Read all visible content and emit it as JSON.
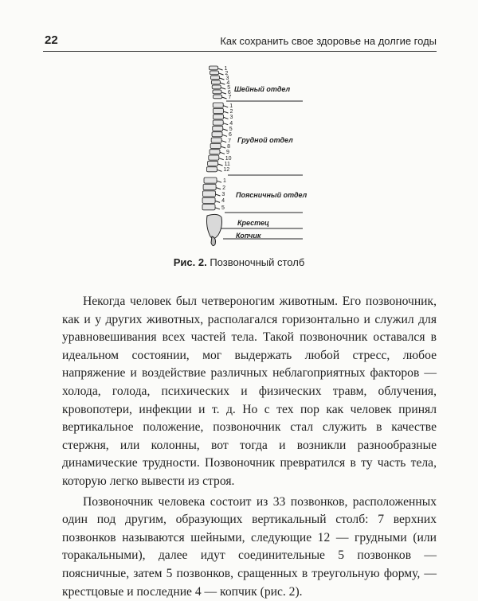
{
  "header": {
    "page_number": "22",
    "running_title": "Как сохранить свое здоровье на долгие годы"
  },
  "figure": {
    "sections": [
      {
        "id": "cervical",
        "label": "Шейный отдел"
      },
      {
        "id": "thoracic",
        "label": "Грудной отдел"
      },
      {
        "id": "lumbar",
        "label": "Поясничный отдел"
      },
      {
        "id": "sacrum",
        "label": "Крестец"
      },
      {
        "id": "coccyx",
        "label": "Копчик"
      }
    ],
    "vertebra_numbers": {
      "cervical": [
        "1",
        "2",
        "3",
        "4",
        "5",
        "6",
        "7"
      ],
      "thoracic": [
        "1",
        "2",
        "3",
        "4",
        "5",
        "6",
        "7",
        "8",
        "9",
        "10",
        "11",
        "12"
      ],
      "lumbar": [
        "1",
        "2",
        "3",
        "4",
        "5"
      ]
    },
    "caption_label": "Рис. 2.",
    "caption_text": "Позвоночный столб"
  },
  "body": {
    "paragraphs": [
      "Некогда человек был четвероногим животным. Его позвоночник, как и у других животных, располагался горизонтально и служил для уравновешивания всех частей тела. Такой позвоночник оставался в идеальном состоянии, мог выдержать любой стресс, любое напряжение и воздействие различных неблагоприятных факторов — холода, голода, психических и физических травм, облучения, кровопотери, инфекции и т. д. Но с тех пор как человек принял вертикальное положение, позвоночник стал служить в качестве стержня, или колонны, вот тогда и возникли разнообразные динамические трудности. Позвоночник превратился в ту часть тела, которую легко вывести из строя.",
      "Позвоночник человека состоит из 33 позвонков, расположенных один под другим, образующих вертикальный столб: 7 верхних позвонков называются шейными, следующие 12 — грудными (или торакальными), далее идут соединительные 5 позвонков — поясничные, затем 5 позвонков, сращенных в треугольную форму, — крестцовые и последние 4 — копчик (рис. 2)."
    ]
  }
}
